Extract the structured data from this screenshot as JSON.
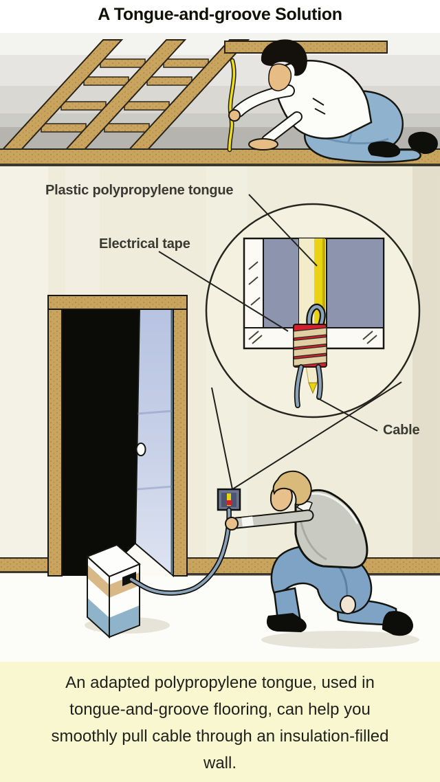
{
  "title": "A Tongue-and-groove Solution",
  "labels": {
    "tongue": "Plastic polypropylene tongue",
    "tape": "Electrical tape",
    "cable": "Cable"
  },
  "caption": {
    "line1": "An adapted polypropylene tongue, used in",
    "line2": "tongue-and-groove flooring, can help you",
    "line3": "smoothly pull cable through an insulation-filled",
    "line4": "wall."
  },
  "colors": {
    "wood": "#c9a45f",
    "tongue_yellow": "#e8d413",
    "tape_red": "#d41f2f",
    "cable_blue": "#8ba3ba",
    "stud_gray": "#8d94ae",
    "door_blue": "#b7c3e1",
    "jeans_blue": "#7fa3c4",
    "cream_background": "#efecdb",
    "caption_background": "#f8f7d0"
  }
}
